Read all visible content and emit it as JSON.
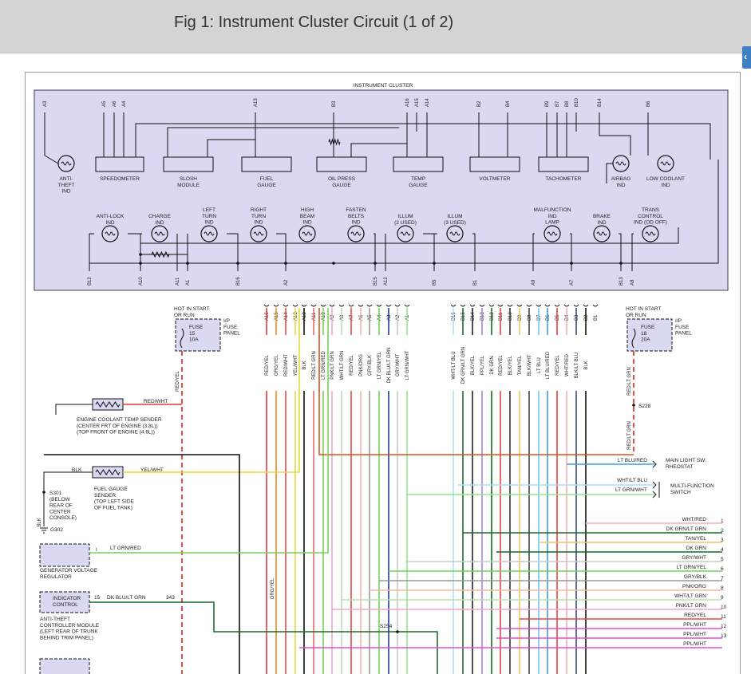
{
  "header": {
    "title": "Fig 1: Instrument Cluster Circuit (1 of 2)"
  },
  "colors": {
    "cluster_fill": "#d9d9f2",
    "cluster_border": "#3c3c50",
    "header_bg": "#d4d4d4",
    "hot_wire": "#e02020",
    "side_tab": "#3f7fc4"
  },
  "cluster": {
    "title": "INSTRUMENT CLUSTER",
    "top_pins": [
      "A3",
      "A5",
      "A6",
      "A4",
      "A13",
      "B3",
      "A16",
      "A15",
      "A14",
      "B2",
      "B4",
      "B9",
      "B7",
      "B8",
      "B10",
      "B14",
      "B6"
    ],
    "gauges": [
      "ANTI-\nTHEFT\nIND",
      "SPEEDOMETER",
      "SLOSH\nMODULE",
      "FUEL\nGAUGE",
      "OIL PRESS\nGAUGE",
      "TEMP\nGAUGE",
      "VOLTMETER",
      "TACHOMETER",
      "AIRBAG\nIND",
      "LOW COOLANT\nIND"
    ],
    "indicators": [
      "ANTI-LOCK\nIND",
      "CHARGE\nIND",
      "LEFT\nTURN\nIND",
      "RIGHT\nTURN\nIND",
      "HIGH\nBEAM\nIND",
      "FASTEN\nBELTS\nIND",
      "ILLUM\n(2 USED)",
      "ILLUM\n(3 USED)",
      "MALFUNCTION\nIND\nLAMP",
      "BRAKE\nIND",
      "TRANS\nCONTROL\nIND (OD OFF)"
    ],
    "bottom_pins": [
      "B12",
      "A10",
      "A11",
      "A1",
      "B16",
      "A2",
      "B15",
      "A12",
      "B5",
      "B1",
      "A9",
      "A7",
      "B13",
      "A8"
    ]
  },
  "connector": {
    "pins": [
      "A16",
      "A15",
      "A14",
      "A13",
      "A12",
      "A11",
      "A10",
      "A9",
      "A8",
      "A7",
      "A6",
      "A5",
      "A4",
      "A3",
      "A2",
      "A1",
      "B16",
      "B15",
      "B14",
      "B13",
      "B12",
      "B11",
      "B10",
      "B9",
      "B8",
      "B7",
      "B6",
      "B5",
      "B4",
      "B3",
      "B2",
      "B1"
    ],
    "wires": [
      "RED/YEL",
      "ORG/YEL",
      "RED/WHT",
      "YEL/WHT",
      "BLK",
      "RED/LT GRN",
      "LT GRN/RED",
      "PNK/LT GRN",
      "WHT/LT GRN",
      "RED/YEL",
      "PNK/ORG",
      "GRY/BLK",
      "LT GRN/YEL",
      "DK BLU/LT GRN",
      "GRY/WHT",
      "LT GRN/WHT",
      "WHT/LT BLU",
      "DK GRN/LT GRN",
      "BLK/YEL",
      "PPL/YEL",
      "DK GRN",
      "RED/YEL",
      "BLK/YEL",
      "TAN/YEL",
      "BLK/WHT",
      "LT BLU",
      "LT BLU/RED",
      "RED/YEL",
      "WHT/RED",
      "BLK/LT BLU",
      "BLK"
    ]
  },
  "fuse15": {
    "hot": "HOT IN START\nOR RUN",
    "box": "FUSE\n15\n10A",
    "panel": "I/P\nFUSE\nPANEL",
    "wire": "RED/YEL"
  },
  "fuse18": {
    "hot": "HOT IN START\nOR RUN",
    "box": "FUSE\n18\n20A",
    "panel": "I/P\nFUSE\nPANEL",
    "wire": "RED/LT GRN",
    "splice": "S228",
    "wire2": "RED/LT GRN"
  },
  "left_components": {
    "coolant_sender": {
      "label": "ENGINE COOLANT TEMP SENDER\n(CENTER FRT OF ENGINE (3.8L))\n(TOP FRONT OF ENGINE (4.6L))",
      "wire": "RED/WHT"
    },
    "fuel_sender": {
      "label": "FUEL GAUGE\nSENDER\n(TOP LEFT SIDE\nOF FUEL TANK)",
      "wire_left": "BLK",
      "wire_right": "YEL/WHT"
    },
    "ground": {
      "splice": "S301\n(BELOW\nREAR OF\nCENTER\nCONSOLE)",
      "wire": "BLK",
      "ground": "G302"
    },
    "gen_reg": {
      "label": "GENERATOR VOLTAGE\nREGULATOR",
      "pin": "I",
      "wire": "LT GRN/RED"
    },
    "indicator_ctrl": {
      "box": "INDICATOR\nCONTROL",
      "label": "ANTI-THEFT\nCONTROLLER MODULE\n(LEFT REAR OF TRUNK\nBEHIND TRIM PANEL)",
      "pin": "15",
      "wire": "DK BLU/LT GRN",
      "circuit": "343"
    },
    "splice_s254": "S254",
    "org_yel_label": "ORG/YEL"
  },
  "right_side": {
    "main_light": {
      "wire": "LT BLU/RED",
      "label": "MAIN LIGHT SW:\nRHEOSTAT"
    },
    "multifunction": {
      "wire1": "WHT/LT BLU",
      "wire2": "LT GRN/WHT",
      "label": "MULTI-FUNCTION\nSWITCH"
    },
    "continuation": [
      {
        "wire": "WHT/RED",
        "num": "1"
      },
      {
        "wire": "DK GRN/LT GRN",
        "num": "2"
      },
      {
        "wire": "TAN/YEL",
        "num": "3"
      },
      {
        "wire": "DK GRN",
        "num": "4"
      },
      {
        "wire": "GRY/WHT",
        "num": "5"
      },
      {
        "wire": "LT GRN/YEL",
        "num": "6"
      },
      {
        "wire": "GRY/BLK",
        "num": "7"
      },
      {
        "wire": "PNK/ORG",
        "num": "8"
      },
      {
        "wire": "WHT/LT GRN",
        "num": "9"
      },
      {
        "wire": "PNK/LT GRN",
        "num": "10"
      },
      {
        "wire": "RED/YEL",
        "num": "11"
      },
      {
        "wire": "PPL/WHT",
        "num": "12"
      },
      {
        "wire": "PPL/WHT",
        "num": "13"
      },
      {
        "wire": "PPL/WHT",
        "num": ""
      }
    ]
  }
}
